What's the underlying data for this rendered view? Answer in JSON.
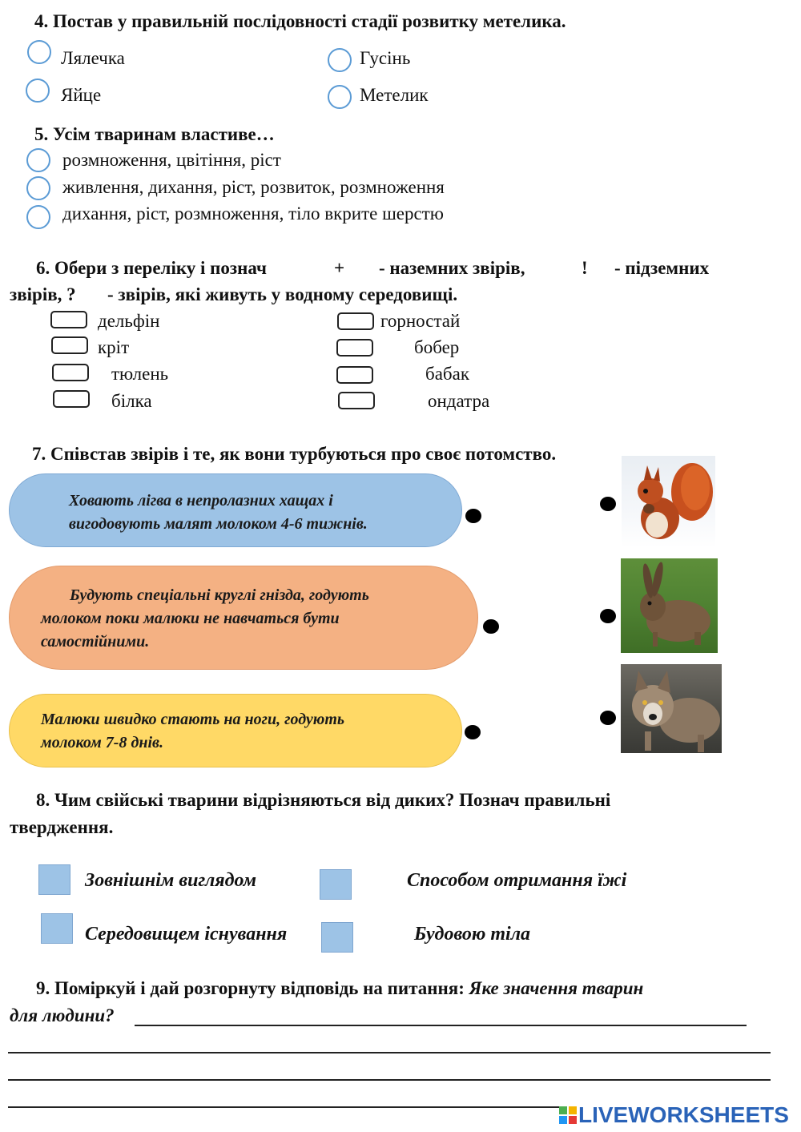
{
  "q4": {
    "title": "4. Постав у правильній послідовності стадії розвитку метелика.",
    "options": [
      "Лялечка",
      "Гусінь",
      "Яйце",
      "Метелик"
    ]
  },
  "q5": {
    "title": "5.   Усім тваринам властиве…",
    "options": [
      "розмноження, цвітіння, ріст",
      "живлення, дихання, ріст, розвиток, розмноження",
      "дихання, ріст, розмноження, тіло вкрите шерстю"
    ]
  },
  "q6": {
    "line1_a": "6. Обери з переліку і познач",
    "sym_plus": "+",
    "line1_b": "- наземних звірів,",
    "sym_excl": "!",
    "line1_c": "- підземних",
    "line2_a": "звірів, ?",
    "line2_b": "- звірів, які живуть у водному середовищі.",
    "left": [
      "дельфін",
      "кріт",
      "тюлень",
      "білка"
    ],
    "right": [
      "горностай",
      "бобер",
      "бабак",
      "ондатра"
    ]
  },
  "q7": {
    "title": "7. Співстав звірів і те, як вони турбуються про своє потомство.",
    "pill1": [
      "Ховають лігва в непролазних хащах і",
      "вигодовують малят молоком 4-6 тижнів."
    ],
    "pill2": [
      "Будують спеціальні круглі гнізда, годують",
      "молоком поки малюки не навчаться бути",
      "самостійними."
    ],
    "pill3": [
      "Малюки швидко стають на ноги, годують",
      "молоком 7-8 днів."
    ],
    "colors": {
      "pill1": "#9dc3e6",
      "pill2": "#f4b183",
      "pill3": "#ffd966"
    }
  },
  "q8": {
    "title1": "8. Чим свійські тварини відрізняються від диких?  Познач правильні",
    "title2": "твердження.",
    "options": [
      "Зовнішнім виглядом",
      "Способом отримання їжі",
      "Середовищем існування",
      "Будовою тіла"
    ]
  },
  "q9": {
    "title_bold": "9. Поміркуй і дай розгорнуту відповідь на питання: ",
    "title_italic": "Яке значення тварин",
    "line2": "для людини?"
  },
  "watermark": "LIVEWORKSHEETS"
}
